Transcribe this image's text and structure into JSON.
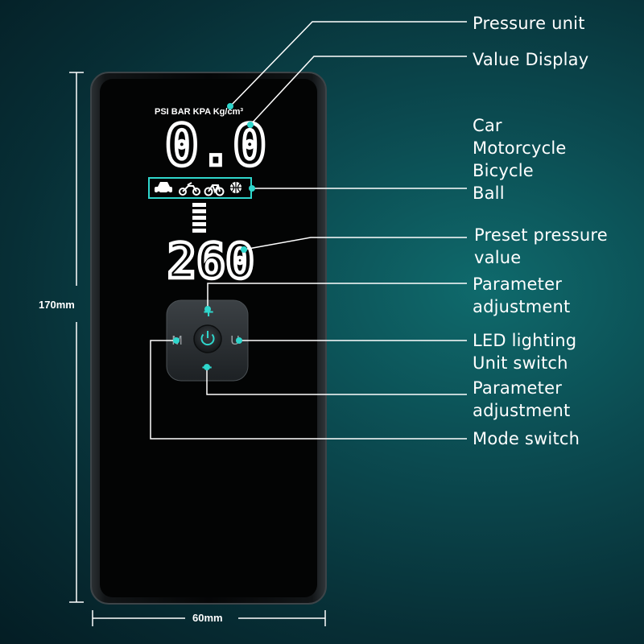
{
  "device": {
    "unit_options": "PSI BAR KPA Kg/cm³",
    "value_display": "0.0",
    "preset_display": "260",
    "mode_icons": [
      "car-icon",
      "motorcycle-icon",
      "bicycle-icon",
      "ball-icon"
    ],
    "buttons": {
      "plus": "+",
      "minus": "−",
      "mode": "M",
      "unit": "U"
    }
  },
  "callouts": {
    "pressure_unit": [
      "Pressure unit"
    ],
    "value_display": [
      "Value Display"
    ],
    "modes": [
      "Car",
      "Motorcycle",
      "Bicycle",
      "Ball"
    ],
    "preset": [
      "Preset pressure",
      "value"
    ],
    "param_up": [
      "Parameter",
      "adjustment"
    ],
    "led_unit": [
      "LED lighting",
      "Unit switch"
    ],
    "param_down": [
      "Parameter",
      "adjustment"
    ],
    "mode_switch": [
      "Mode switch"
    ]
  },
  "dimensions": {
    "height": "170mm",
    "width": "60mm"
  },
  "colors": {
    "accent": "#2fd6cc",
    "segment": "#ffffff",
    "background": "#0b4a50"
  }
}
